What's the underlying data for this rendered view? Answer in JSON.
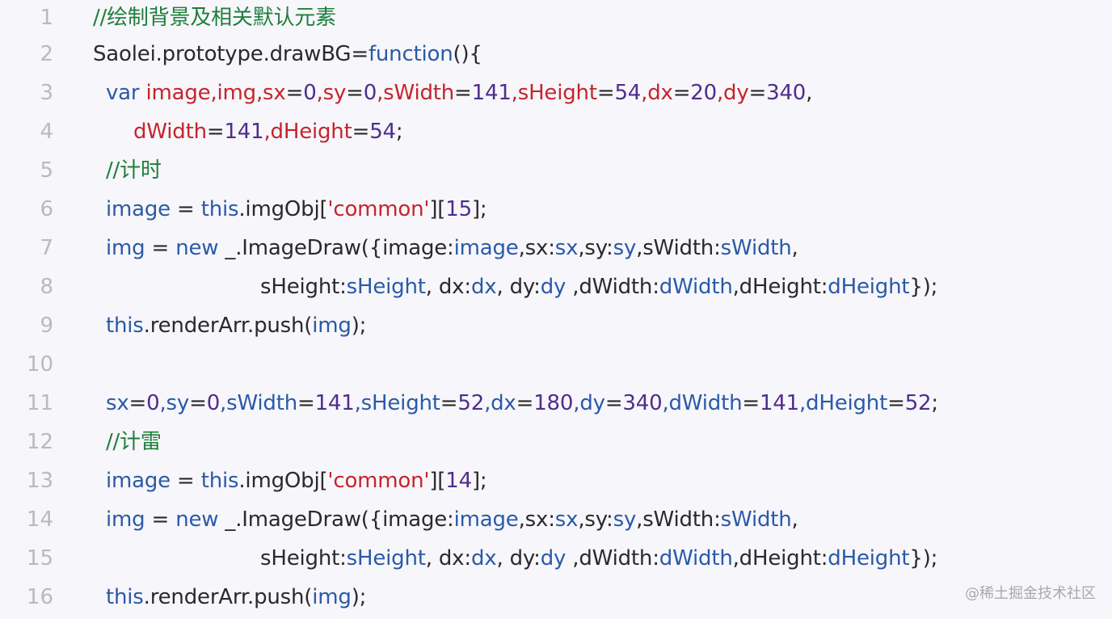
{
  "colors": {
    "background": "#f7f6fa",
    "line_number": "#b9b9c0",
    "plain": "#2a2a2a",
    "comment": "#1e7f3c",
    "keyword": "#2a5aa8",
    "variable": "#c4252d",
    "number": "#4f2d8c",
    "string": "#c4252d"
  },
  "code": {
    "lines": [
      {
        "n": "1",
        "tokens": [
          {
            "t": "//绘制背景及相关默认元素",
            "k": "comment"
          }
        ]
      },
      {
        "n": "2",
        "tokens": [
          {
            "t": "Saolei.prototype.drawBG=",
            "k": "plain"
          },
          {
            "t": "function",
            "k": "keyword"
          },
          {
            "t": "(){",
            "k": "plain"
          }
        ]
      },
      {
        "n": "3",
        "tokens": [
          {
            "t": "var ",
            "k": "keyword"
          },
          {
            "t": "image,img,sx",
            "k": "variable"
          },
          {
            "t": "=",
            "k": "plain"
          },
          {
            "t": "0",
            "k": "number"
          },
          {
            "t": ",",
            "k": "variable"
          },
          {
            "t": "sy",
            "k": "variable"
          },
          {
            "t": "=",
            "k": "plain"
          },
          {
            "t": "0",
            "k": "number"
          },
          {
            "t": ",sWidth",
            "k": "variable"
          },
          {
            "t": "=",
            "k": "plain"
          },
          {
            "t": "141",
            "k": "number"
          },
          {
            "t": ",sHeight",
            "k": "variable"
          },
          {
            "t": "=",
            "k": "plain"
          },
          {
            "t": "54",
            "k": "number"
          },
          {
            "t": ",dx",
            "k": "variable"
          },
          {
            "t": "=",
            "k": "plain"
          },
          {
            "t": "20",
            "k": "number"
          },
          {
            "t": ",dy",
            "k": "variable"
          },
          {
            "t": "=",
            "k": "plain"
          },
          {
            "t": "340",
            "k": "number"
          },
          {
            "t": ",",
            "k": "plain"
          }
        ]
      },
      {
        "n": "4",
        "tokens": [
          {
            "t": "dWidth",
            "k": "variable"
          },
          {
            "t": "=",
            "k": "plain"
          },
          {
            "t": "141",
            "k": "number"
          },
          {
            "t": ",dHeight",
            "k": "variable"
          },
          {
            "t": "=",
            "k": "plain"
          },
          {
            "t": "54",
            "k": "number"
          },
          {
            "t": ";",
            "k": "plain"
          }
        ]
      },
      {
        "n": "5",
        "tokens": [
          {
            "t": "//计时",
            "k": "comment"
          }
        ]
      },
      {
        "n": "6",
        "tokens": [
          {
            "t": "image",
            "k": "prop"
          },
          {
            "t": " = ",
            "k": "plain"
          },
          {
            "t": "this",
            "k": "keyword"
          },
          {
            "t": ".imgObj[",
            "k": "plain"
          },
          {
            "t": "'common'",
            "k": "string"
          },
          {
            "t": "][",
            "k": "plain"
          },
          {
            "t": "15",
            "k": "number"
          },
          {
            "t": "];",
            "k": "plain"
          }
        ]
      },
      {
        "n": "7",
        "tokens": [
          {
            "t": "img",
            "k": "prop"
          },
          {
            "t": " = ",
            "k": "plain"
          },
          {
            "t": "new",
            "k": "keyword"
          },
          {
            "t": " _.ImageDraw({image:",
            "k": "plain"
          },
          {
            "t": "image",
            "k": "prop"
          },
          {
            "t": ",sx:",
            "k": "plain"
          },
          {
            "t": "sx",
            "k": "prop"
          },
          {
            "t": ",sy:",
            "k": "plain"
          },
          {
            "t": "sy",
            "k": "prop"
          },
          {
            "t": ",sWidth:",
            "k": "plain"
          },
          {
            "t": "sWidth",
            "k": "prop"
          },
          {
            "t": ",",
            "k": "plain"
          }
        ]
      },
      {
        "n": "8",
        "tokens": [
          {
            "t": "sHeight:",
            "k": "plain"
          },
          {
            "t": "sHeight",
            "k": "prop"
          },
          {
            "t": ", dx:",
            "k": "plain"
          },
          {
            "t": "dx",
            "k": "prop"
          },
          {
            "t": ", dy:",
            "k": "plain"
          },
          {
            "t": "dy",
            "k": "prop"
          },
          {
            "t": " ,dWidth:",
            "k": "plain"
          },
          {
            "t": "dWidth",
            "k": "prop"
          },
          {
            "t": ",dHeight:",
            "k": "plain"
          },
          {
            "t": "dHeight",
            "k": "prop"
          },
          {
            "t": "});",
            "k": "plain"
          }
        ]
      },
      {
        "n": "9",
        "tokens": [
          {
            "t": "this",
            "k": "keyword"
          },
          {
            "t": ".renderArr.push(",
            "k": "plain"
          },
          {
            "t": "img",
            "k": "prop"
          },
          {
            "t": ");",
            "k": "plain"
          }
        ]
      },
      {
        "n": "10",
        "tokens": []
      },
      {
        "n": "11",
        "tokens": [
          {
            "t": "sx",
            "k": "prop"
          },
          {
            "t": "=",
            "k": "plain"
          },
          {
            "t": "0",
            "k": "number"
          },
          {
            "t": ",sy",
            "k": "prop"
          },
          {
            "t": "=",
            "k": "plain"
          },
          {
            "t": "0",
            "k": "number"
          },
          {
            "t": ",sWidth",
            "k": "prop"
          },
          {
            "t": "=",
            "k": "plain"
          },
          {
            "t": "141",
            "k": "number"
          },
          {
            "t": ",sHeight",
            "k": "prop"
          },
          {
            "t": "=",
            "k": "plain"
          },
          {
            "t": "52",
            "k": "number"
          },
          {
            "t": ",dx",
            "k": "prop"
          },
          {
            "t": "=",
            "k": "plain"
          },
          {
            "t": "180",
            "k": "number"
          },
          {
            "t": ",dy",
            "k": "prop"
          },
          {
            "t": "=",
            "k": "plain"
          },
          {
            "t": "340",
            "k": "number"
          },
          {
            "t": ",dWidth",
            "k": "prop"
          },
          {
            "t": "=",
            "k": "plain"
          },
          {
            "t": "141",
            "k": "number"
          },
          {
            "t": ",dHeight",
            "k": "prop"
          },
          {
            "t": "=",
            "k": "plain"
          },
          {
            "t": "52",
            "k": "number"
          },
          {
            "t": ";",
            "k": "plain"
          }
        ]
      },
      {
        "n": "12",
        "tokens": [
          {
            "t": "//计雷",
            "k": "comment"
          }
        ]
      },
      {
        "n": "13",
        "tokens": [
          {
            "t": "image",
            "k": "prop"
          },
          {
            "t": " = ",
            "k": "plain"
          },
          {
            "t": "this",
            "k": "keyword"
          },
          {
            "t": ".imgObj[",
            "k": "plain"
          },
          {
            "t": "'common'",
            "k": "string"
          },
          {
            "t": "][",
            "k": "plain"
          },
          {
            "t": "14",
            "k": "number"
          },
          {
            "t": "];",
            "k": "plain"
          }
        ]
      },
      {
        "n": "14",
        "tokens": [
          {
            "t": "img",
            "k": "prop"
          },
          {
            "t": " = ",
            "k": "plain"
          },
          {
            "t": "new",
            "k": "keyword"
          },
          {
            "t": " _.ImageDraw({image:",
            "k": "plain"
          },
          {
            "t": "image",
            "k": "prop"
          },
          {
            "t": ",sx:",
            "k": "plain"
          },
          {
            "t": "sx",
            "k": "prop"
          },
          {
            "t": ",sy:",
            "k": "plain"
          },
          {
            "t": "sy",
            "k": "prop"
          },
          {
            "t": ",sWidth:",
            "k": "plain"
          },
          {
            "t": "sWidth",
            "k": "prop"
          },
          {
            "t": ",",
            "k": "plain"
          }
        ]
      },
      {
        "n": "15",
        "tokens": [
          {
            "t": "sHeight:",
            "k": "plain"
          },
          {
            "t": "sHeight",
            "k": "prop"
          },
          {
            "t": ", dx:",
            "k": "plain"
          },
          {
            "t": "dx",
            "k": "prop"
          },
          {
            "t": ", dy:",
            "k": "plain"
          },
          {
            "t": "dy",
            "k": "prop"
          },
          {
            "t": " ,dWidth:",
            "k": "plain"
          },
          {
            "t": "dWidth",
            "k": "prop"
          },
          {
            "t": ",dHeight:",
            "k": "plain"
          },
          {
            "t": "dHeight",
            "k": "prop"
          },
          {
            "t": "});",
            "k": "plain"
          }
        ]
      },
      {
        "n": "16",
        "tokens": [
          {
            "t": "this",
            "k": "keyword"
          },
          {
            "t": ".renderArr.push(",
            "k": "plain"
          },
          {
            "t": "img",
            "k": "prop"
          },
          {
            "t": ");",
            "k": "plain"
          }
        ]
      }
    ]
  },
  "watermark": {
    "text": "@稀土掘金技术社区"
  }
}
